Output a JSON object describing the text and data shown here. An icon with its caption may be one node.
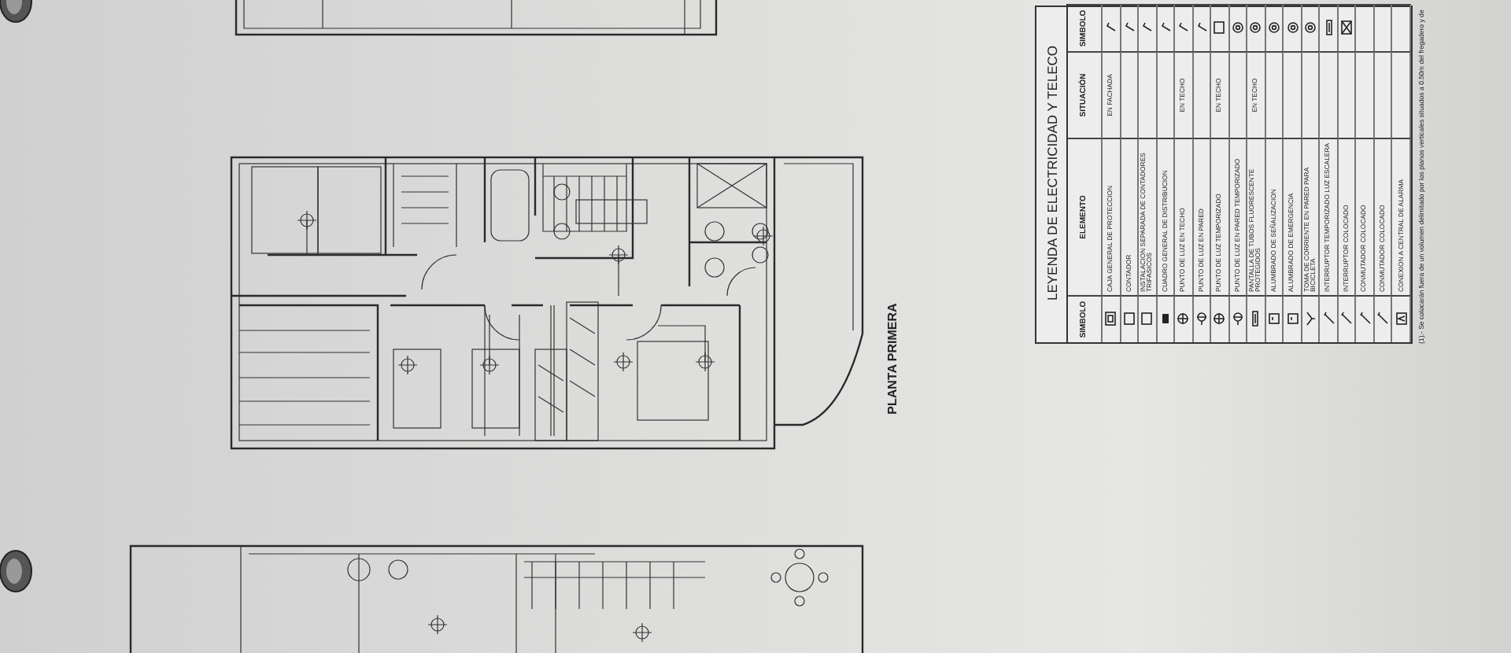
{
  "diagram": {
    "labels": [
      "PLANTA PRIMERA",
      "LEYENDA DE ELECTRICIDAD Y TELECO",
      "SIMBOLO",
      "ELEMENTO",
      "SITUACIÓN",
      "SIMBOLO",
      "CAJA GENERAL DE PROTECCION",
      "EN FACHADA",
      "CONTADOR",
      "INSTALACION SEPARADA DE CONTADORES TRIFASICOS",
      "CUADRO GENERAL DE DISTRIBUCION",
      "PUNTO DE LUZ EN TECHO",
      "EN TECHO",
      "PUNTO DE LUZ EN PARED",
      "PUNTO DE LUZ TEMPORIZADO",
      "EN TECHO",
      "PUNTO DE LUZ EN PARED TEMPORIZADO",
      "PANTALLA DE TUBOS FLUORESCENTE PROTEGIDOS",
      "EN TECHO",
      "ALUMBRADO DE SEÑALIZACION",
      "ALUMBRADO DE EMERGENCIA",
      "TOMA DE CORRIENTE EN PARED PARA BICICLETA",
      "INTERRUPTOR TEMPORIZADO LUZ ESCALERA",
      "INTERRUPTOR COLOCADO",
      "CONMUTADOR COLOCADO",
      "CONMUTADOR COLOCADO",
      "CONEXION A CENTRAL DE ALARMA",
      "(1).- Se colocarán fuera de un volumen delimitado por los planos verticales situados a 0.50m del fregadero y de"
    ]
  }
}
